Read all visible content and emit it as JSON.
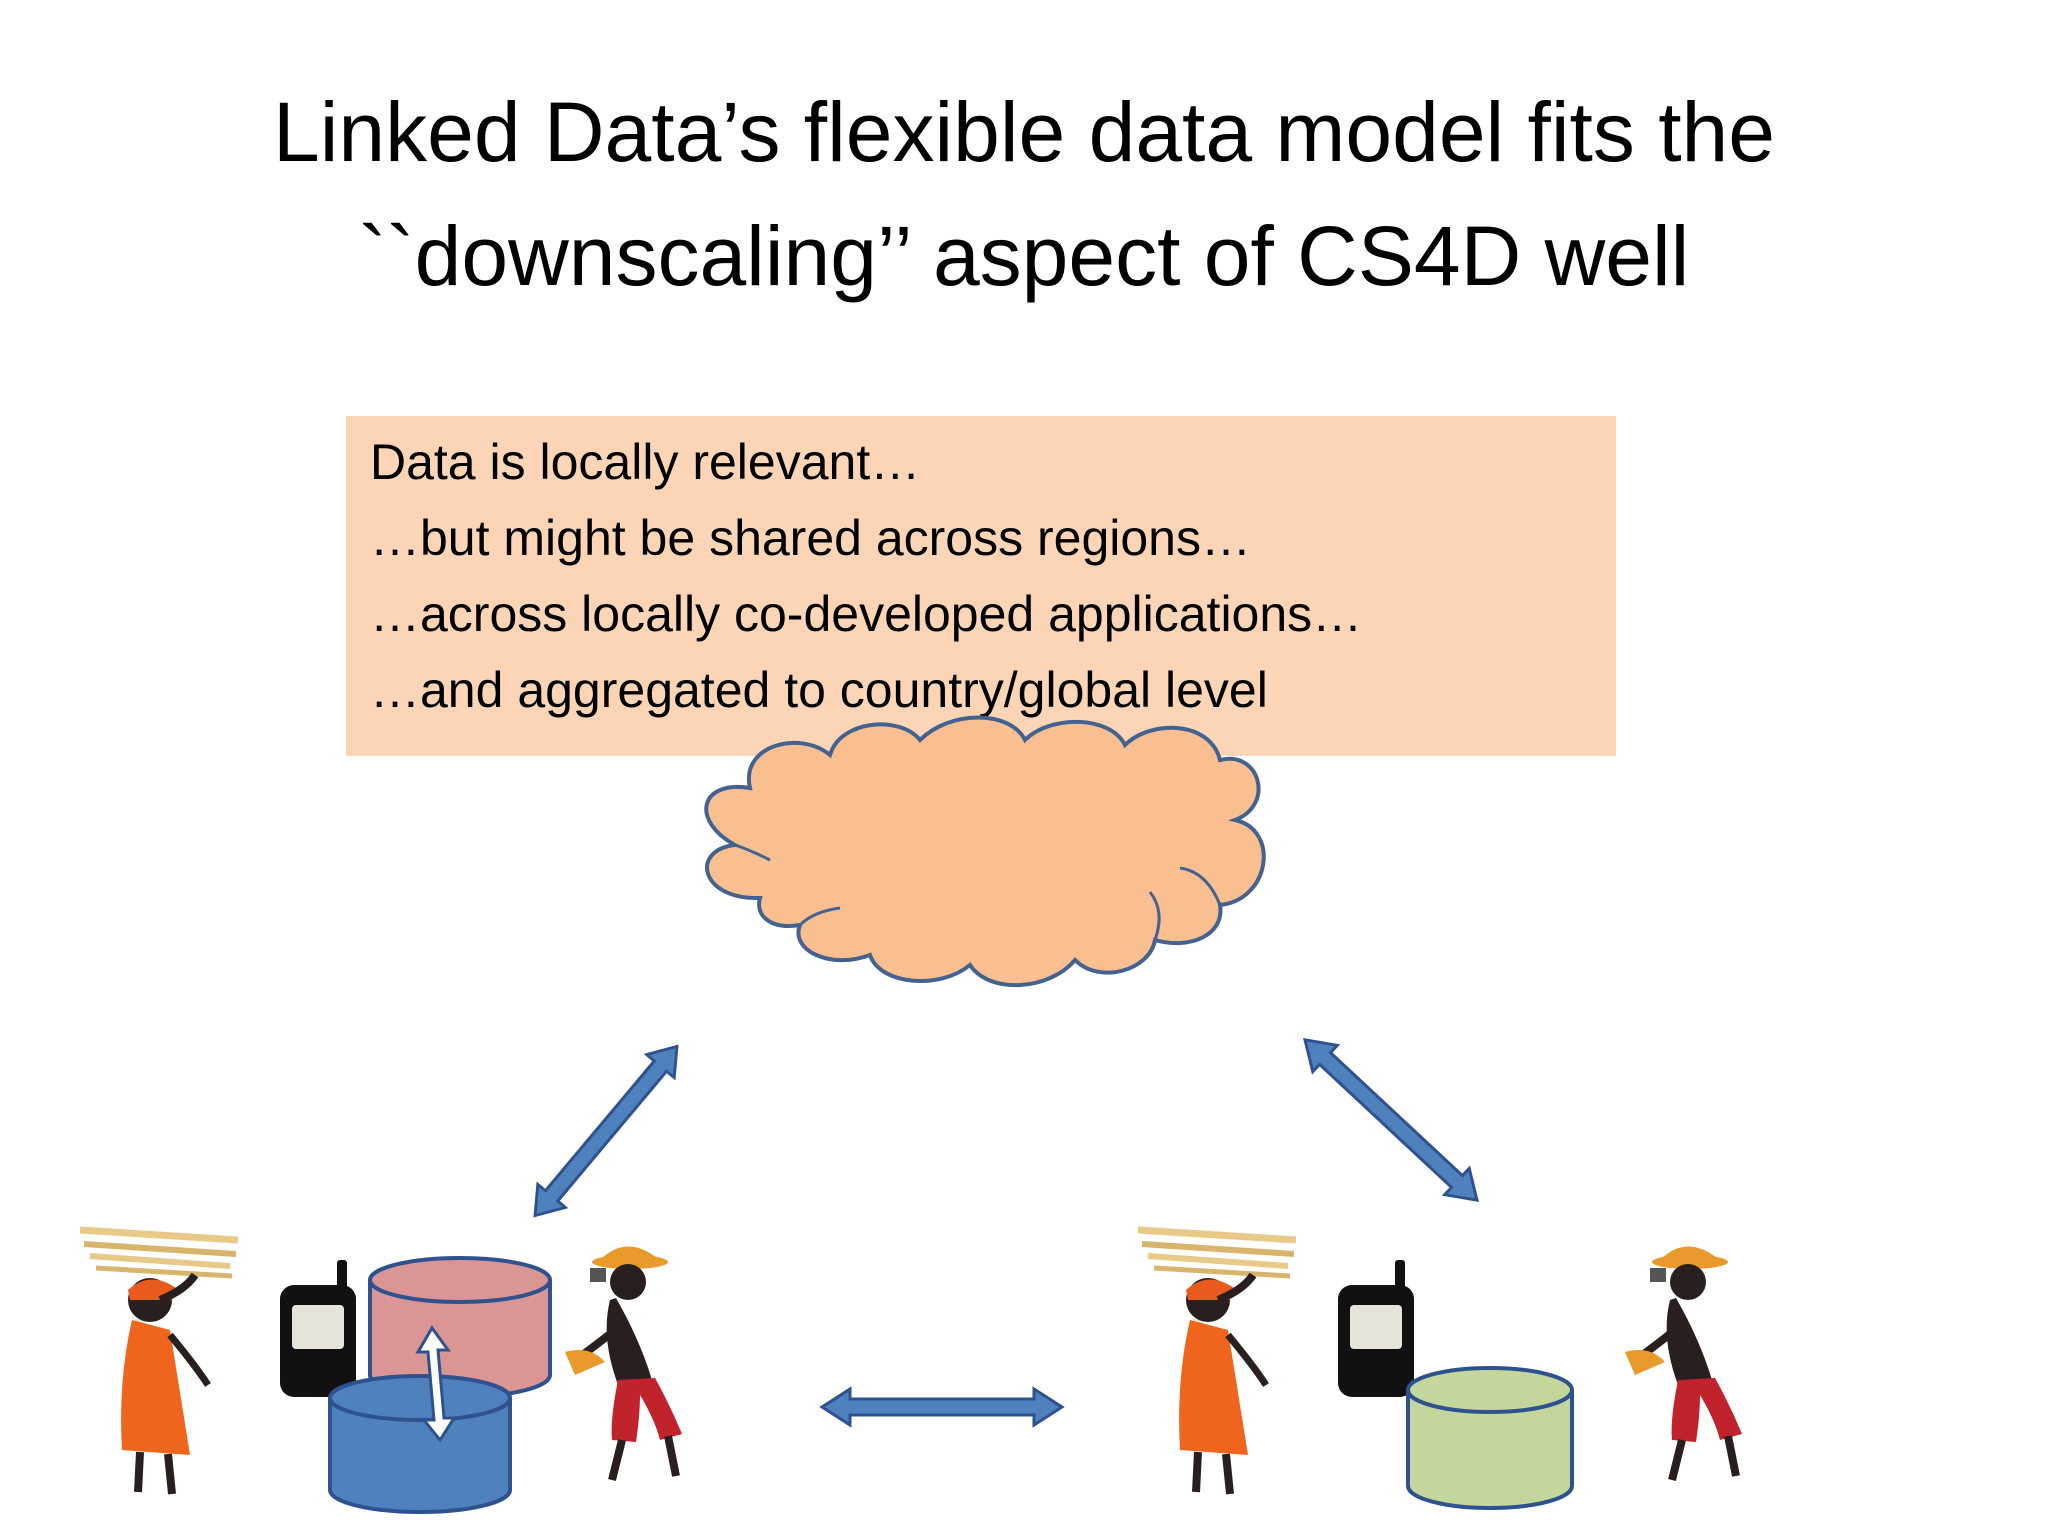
{
  "slide": {
    "title_lines": [
      "Linked Data’s flexible data model fits the",
      "``downscaling’’ aspect of CS4D well"
    ],
    "text_lines": [
      "Data is locally relevant…",
      "…but might be shared across regions…",
      "…across locally co-developed applications…",
      "…and aggregated to country/global level"
    ]
  },
  "colors": {
    "textbox_fill": "#fbd5b5",
    "cloud_fill": "#f9bf90",
    "cloud_stroke": "#44628f",
    "arrow_fill": "#4f81bd",
    "arrow_stroke": "#2f528f",
    "db_pink": "#d99694",
    "db_blue": "#4f81bd",
    "db_green": "#c3d69b"
  },
  "icons": [
    "cloud-icon",
    "database-icon",
    "mobile-phone-icon",
    "woman-carrying-wood-figure",
    "farmer-with-phone-figure",
    "double-headed-arrow-icon"
  ]
}
